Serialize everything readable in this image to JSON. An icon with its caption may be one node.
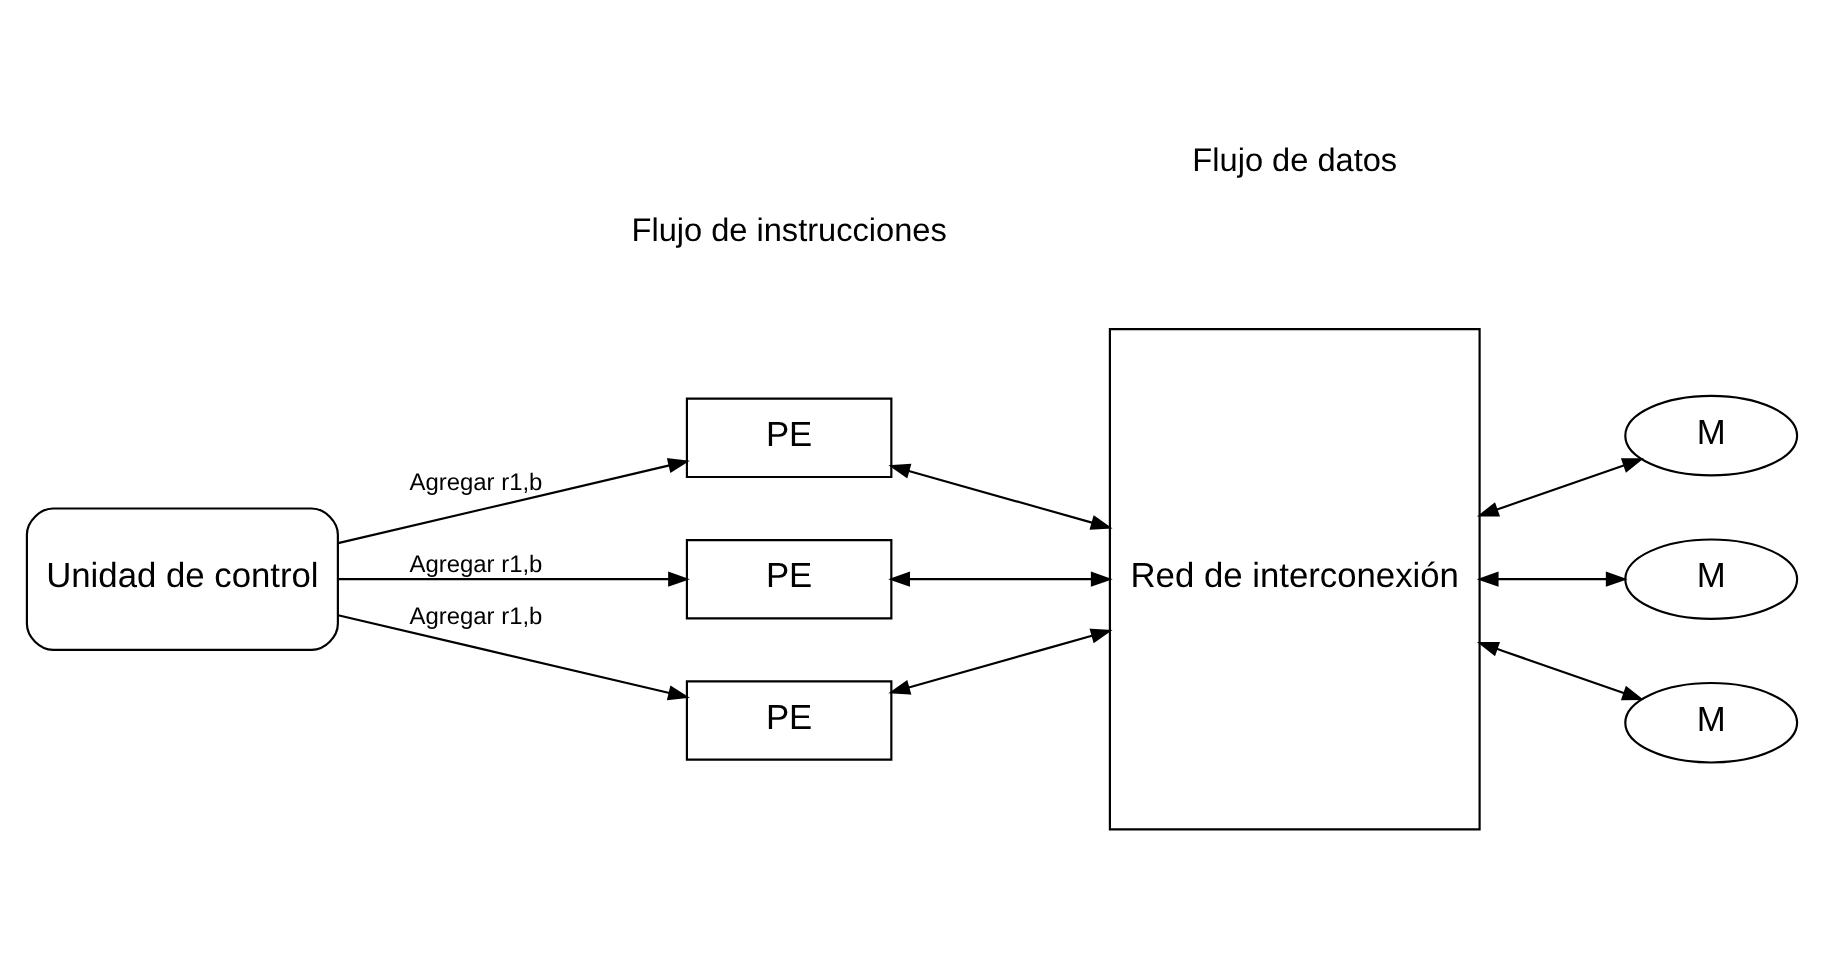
{
  "diagram": {
    "nodes": [
      {
        "text": [
          "Unidad de control"
        ]
      },
      {
        "text": [
          "PE"
        ]
      },
      {
        "text": [
          "PE"
        ]
      },
      {
        "text": [
          "PE"
        ]
      },
      {
        "text": [
          "Red de interconexión"
        ]
      },
      {
        "text": [
          "M"
        ]
      },
      {
        "text": [
          "M"
        ]
      },
      {
        "text": [
          "M"
        ]
      }
    ],
    "edges": [
      {
        "from": 0,
        "to": 1,
        "arrow": "to",
        "label": "Agregar r1,b"
      },
      {
        "from": 0,
        "to": 2,
        "arrow": "to",
        "label": "Agregar r1,b"
      },
      {
        "from": 0,
        "to": 3,
        "arrow": "to",
        "label": "Agregar r1,b"
      },
      {
        "from": 1,
        "to": 4,
        "arrow": "both"
      },
      {
        "from": 2,
        "to": 4,
        "arrow": "both"
      },
      {
        "from": 3,
        "to": 4,
        "arrow": "both"
      },
      {
        "from": 4,
        "to": 5,
        "arrow": "both"
      },
      {
        "from": 4,
        "to": 6,
        "arrow": "both"
      },
      {
        "from": 4,
        "to": 7,
        "arrow": "both"
      }
    ],
    "labels": [
      "Flujo de instrucciones",
      "Flujo de datos"
    ]
  }
}
